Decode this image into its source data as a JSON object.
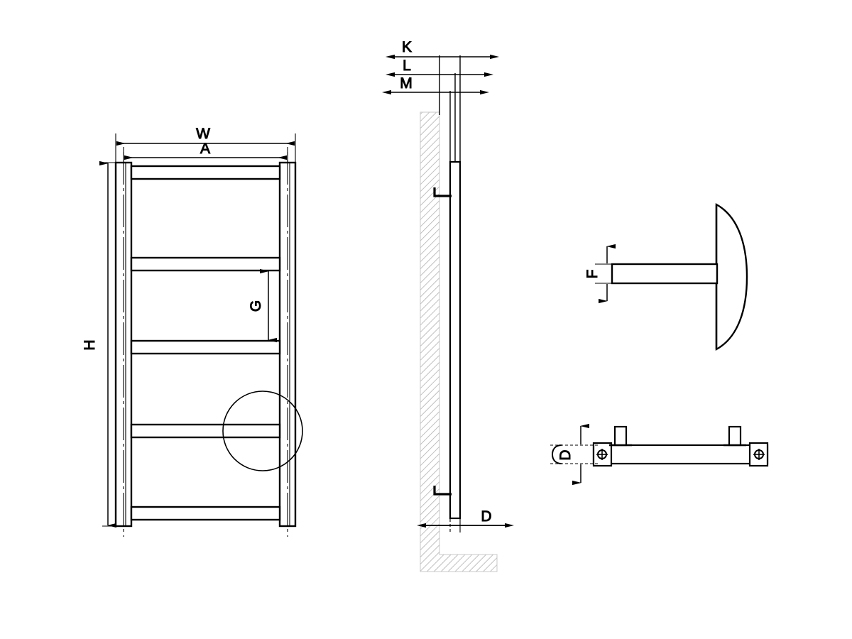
{
  "drawing": {
    "type": "engineering-dimension-drawing",
    "subject": "wall-mounted ladder towel radiator",
    "background_color": "#ffffff",
    "line_color": "#000000",
    "hatch_color": "#b4b4b4",
    "views": [
      {
        "id": "front-view",
        "name": "front elevation",
        "labels": [
          "W",
          "A",
          "H",
          "G"
        ]
      },
      {
        "id": "side-view",
        "name": "side section with wall",
        "labels": [
          "K",
          "L",
          "M",
          "D"
        ]
      },
      {
        "id": "detail-f",
        "name": "bracket profile detail",
        "labels": [
          "F"
        ]
      },
      {
        "id": "detail-d",
        "name": "bracket plan detail",
        "labels": [
          "D"
        ]
      }
    ],
    "dimensions": {
      "W": {
        "label": "W",
        "view": "front-view",
        "orientation": "horizontal",
        "meaning": "overall width"
      },
      "A": {
        "label": "A",
        "view": "front-view",
        "orientation": "horizontal",
        "meaning": "rail centre distance"
      },
      "H": {
        "label": "H",
        "view": "front-view",
        "orientation": "vertical",
        "meaning": "overall height"
      },
      "G": {
        "label": "G",
        "view": "front-view",
        "orientation": "vertical",
        "meaning": "rung pitch"
      },
      "K": {
        "label": "K",
        "view": "side-view",
        "orientation": "horizontal",
        "meaning": "wall to front face"
      },
      "L": {
        "label": "L",
        "view": "side-view",
        "orientation": "horizontal",
        "meaning": "wall to rail centre"
      },
      "M": {
        "label": "M",
        "view": "side-view",
        "orientation": "horizontal",
        "meaning": "wall to rail back"
      },
      "D": {
        "label": "D",
        "view": "side-view",
        "orientation": "horizontal",
        "meaning": "wall gap / bracket offset"
      },
      "F": {
        "label": "F",
        "view": "detail-f",
        "orientation": "vertical",
        "meaning": "bracket stem thickness"
      },
      "D2": {
        "label": "D",
        "view": "detail-d",
        "orientation": "vertical",
        "meaning": "bracket depth"
      }
    }
  }
}
